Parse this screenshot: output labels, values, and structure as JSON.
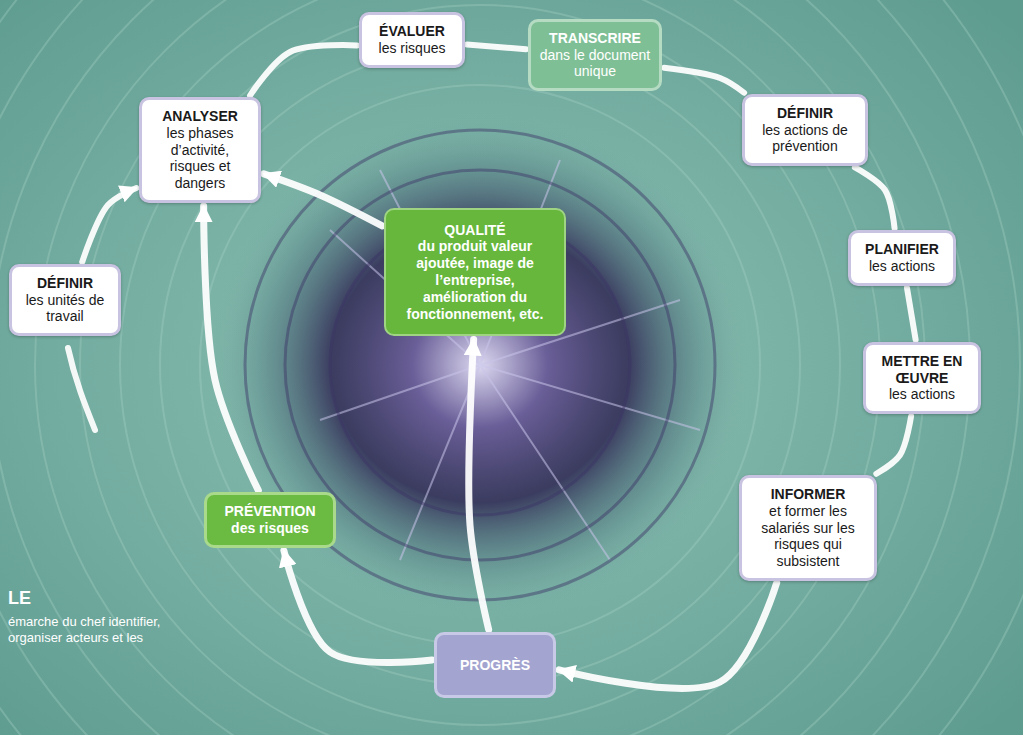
{
  "diagram": {
    "nodes": [
      {
        "text": [
          "DÉFINIR",
          "les unités de travail"
        ]
      },
      {
        "text": [
          "ANALYSER",
          "les phases d’activité, risques et dangers"
        ]
      },
      {
        "text": [
          "ÉVALUER",
          "les risques"
        ]
      },
      {
        "text": [
          "TRANSCRIRE",
          "dans le document unique"
        ]
      },
      {
        "text": [
          "DÉFINIR",
          "les actions de prévention"
        ]
      },
      {
        "text": [
          "PLANIFIER",
          "les actions"
        ]
      },
      {
        "text": [
          "METTRE EN ŒUVRE",
          "les actions"
        ]
      },
      {
        "text": [
          "INFORMER",
          "et former les salariés sur les risques qui subsistent"
        ]
      },
      {
        "text": [
          "PROGRÈS"
        ]
      },
      {
        "text": [
          "PRÉVENTION",
          "des risques"
        ]
      },
      {
        "text": [
          "QUALITÉ",
          "du produit valeur ajoutée, image de l’entreprise, amélioration du fonctionnement, etc."
        ]
      }
    ],
    "edges": [
      {
        "from": 0,
        "to": 1,
        "arrow": "to"
      },
      {
        "from": 1,
        "to": 2,
        "arrow": "none"
      },
      {
        "from": 2,
        "to": 3,
        "arrow": "none"
      },
      {
        "from": 3,
        "to": 4,
        "arrow": "none"
      },
      {
        "from": 4,
        "to": 5,
        "arrow": "none"
      },
      {
        "from": 5,
        "to": 6,
        "arrow": "none"
      },
      {
        "from": 6,
        "to": 7,
        "arrow": "none"
      },
      {
        "from": 7,
        "to": 8,
        "arrow": "to"
      },
      {
        "from": 8,
        "to": 9,
        "arrow": "to"
      },
      {
        "from": 9,
        "to": 1,
        "arrow": "to"
      },
      {
        "from": 8,
        "to": 10,
        "arrow": "to"
      },
      {
        "from": 10,
        "to": 1,
        "arrow": "to"
      }
    ],
    "labels": [
      "LE",
      "émarche du chef identifier, organiser acteurs et les"
    ]
  }
}
